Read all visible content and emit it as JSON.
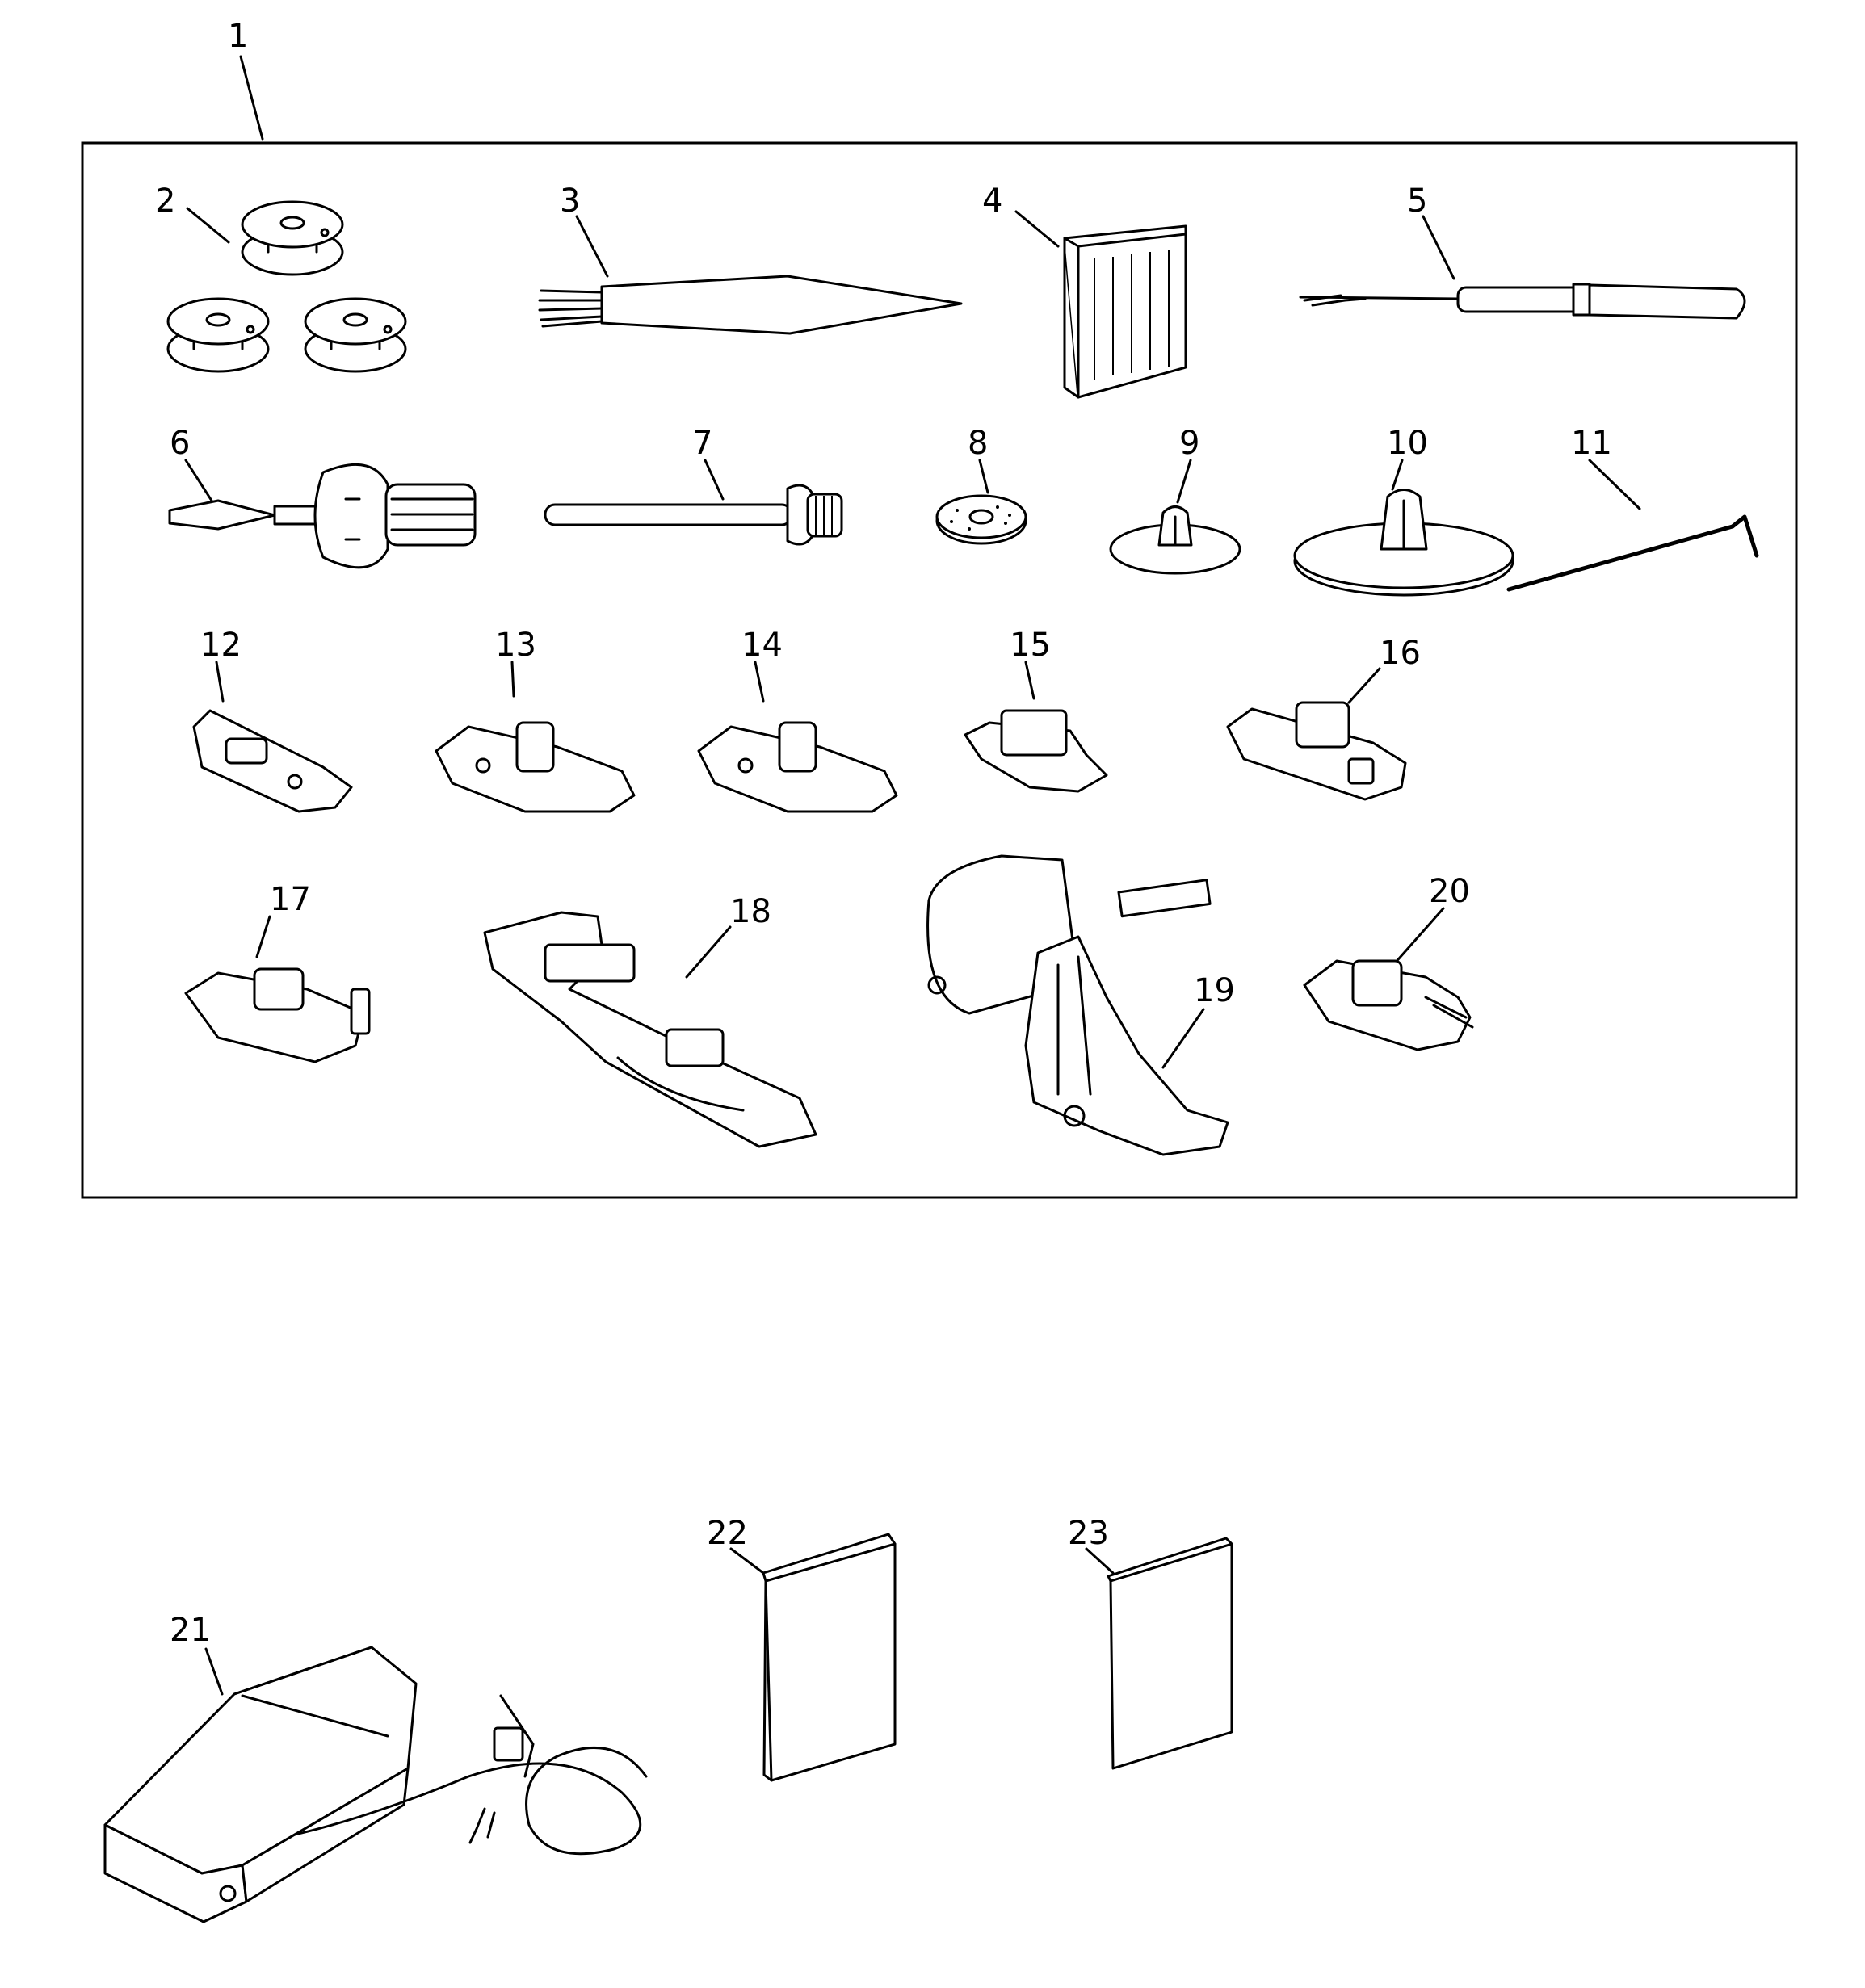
{
  "parts": [
    {
      "id": "part-1",
      "number": "1"
    },
    {
      "id": "part-2",
      "number": "2"
    },
    {
      "id": "part-3",
      "number": "3"
    },
    {
      "id": "part-4",
      "number": "4"
    },
    {
      "id": "part-5",
      "number": "5"
    },
    {
      "id": "part-6",
      "number": "6"
    },
    {
      "id": "part-7",
      "number": "7"
    },
    {
      "id": "part-8",
      "number": "8"
    },
    {
      "id": "part-9",
      "number": "9"
    },
    {
      "id": "part-10",
      "number": "10"
    },
    {
      "id": "part-11",
      "number": "11"
    },
    {
      "id": "part-12",
      "number": "12"
    },
    {
      "id": "part-13",
      "number": "13"
    },
    {
      "id": "part-14",
      "number": "14"
    },
    {
      "id": "part-15",
      "number": "15"
    },
    {
      "id": "part-16",
      "number": "16"
    },
    {
      "id": "part-17",
      "number": "17"
    },
    {
      "id": "part-18",
      "number": "18"
    },
    {
      "id": "part-19",
      "number": "19"
    },
    {
      "id": "part-20",
      "number": "20"
    },
    {
      "id": "part-21",
      "number": "21"
    },
    {
      "id": "part-22",
      "number": "22"
    },
    {
      "id": "part-23",
      "number": "23"
    }
  ]
}
